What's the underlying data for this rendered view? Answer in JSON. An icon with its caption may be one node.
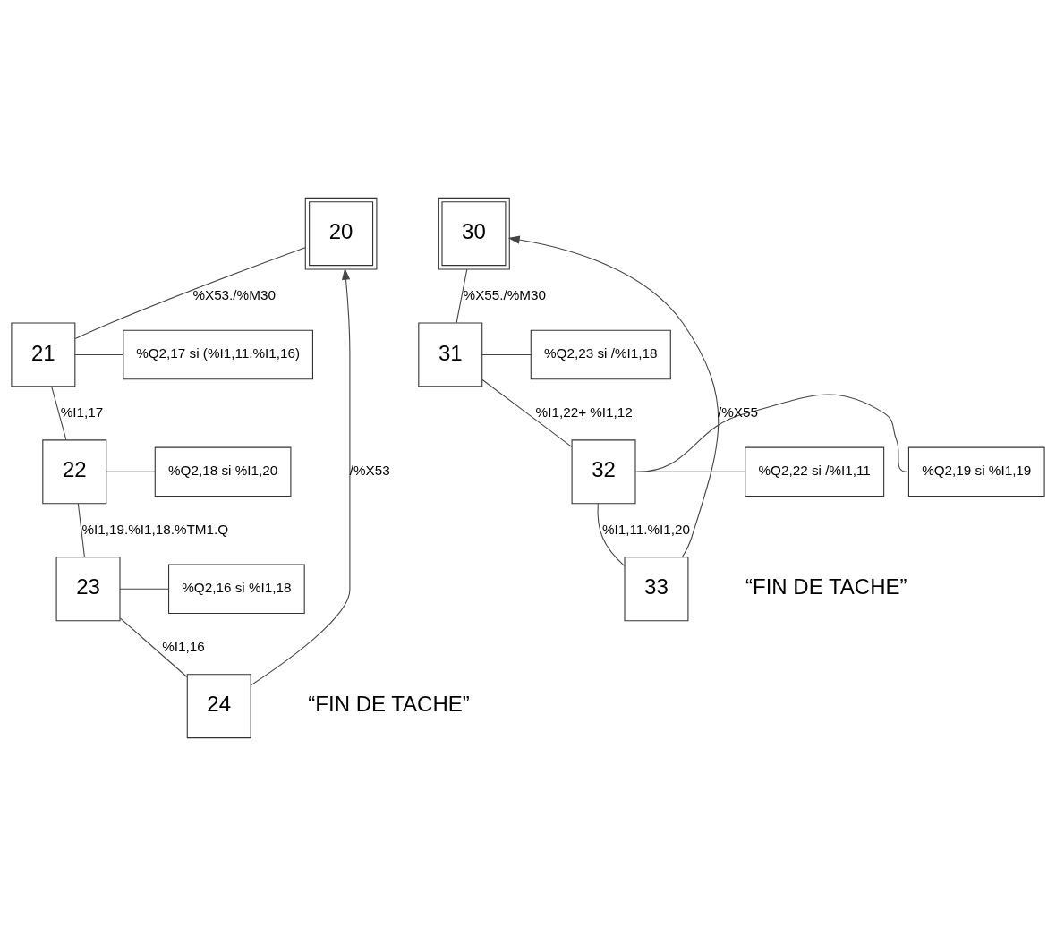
{
  "diagram": {
    "nodes": [
      {
        "text": [
          "20"
        ]
      },
      {
        "text": [
          "21"
        ]
      },
      {
        "text": [
          "%Q2,17 si (%I1,11.%I1,16)"
        ]
      },
      {
        "text": [
          "22"
        ]
      },
      {
        "text": [
          "%Q2,18 si %I1,20"
        ]
      },
      {
        "text": [
          "23"
        ]
      },
      {
        "text": [
          "%Q2,16 si %I1,18"
        ]
      },
      {
        "text": [
          "24"
        ],
        "beside": [
          "“FIN DE TACHE”"
        ]
      },
      {
        "text": [
          "30"
        ]
      },
      {
        "text": [
          "31"
        ]
      },
      {
        "text": [
          "%Q2,23 si /%I1,18"
        ]
      },
      {
        "text": [
          "32"
        ]
      },
      {
        "text": [
          "%Q2,22 si /%I1,11"
        ]
      },
      {
        "text": [
          "%Q2,19 si %I1,19"
        ]
      },
      {
        "text": [
          "33"
        ],
        "beside": [
          "“FIN DE TACHE”"
        ]
      }
    ],
    "edges": [
      {
        "from": 0,
        "to": 1,
        "arrow": "none",
        "label": "%X53./%M30"
      },
      {
        "from": 1,
        "to": 2,
        "arrow": "none"
      },
      {
        "from": 1,
        "to": 3,
        "arrow": "none",
        "label": "%I1,17"
      },
      {
        "from": 3,
        "to": 4,
        "arrow": "none"
      },
      {
        "from": 3,
        "to": 5,
        "arrow": "none",
        "label": "%I1,19.%I1,18.%TM1.Q"
      },
      {
        "from": 5,
        "to": 6,
        "arrow": "none"
      },
      {
        "from": 5,
        "to": 7,
        "arrow": "none",
        "label": "%I1,16"
      },
      {
        "from": 7,
        "to": 0,
        "arrow": "to",
        "label": "/%X53"
      },
      {
        "from": 8,
        "to": 9,
        "arrow": "none",
        "label": "%X55./%M30"
      },
      {
        "from": 9,
        "to": 10,
        "arrow": "none"
      },
      {
        "from": 9,
        "to": 11,
        "arrow": "none",
        "label": "%I1,22+ %I1,12"
      },
      {
        "from": 11,
        "to": 12,
        "arrow": "none"
      },
      {
        "from": 11,
        "to": 13,
        "arrow": "none"
      },
      {
        "from": 11,
        "to": 14,
        "arrow": "none",
        "label": "%I1,11.%I1,20"
      },
      {
        "from": 14,
        "to": 8,
        "arrow": "to",
        "label": "/%X55"
      }
    ]
  }
}
